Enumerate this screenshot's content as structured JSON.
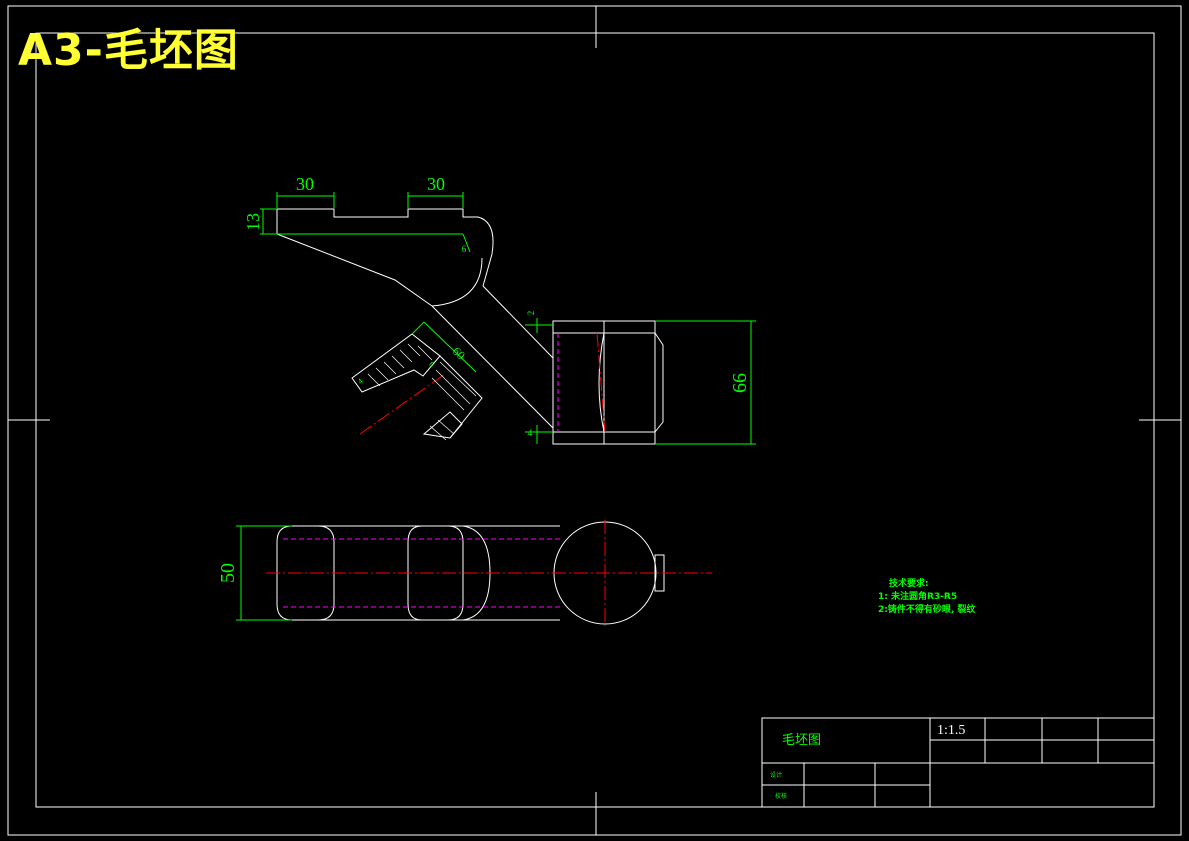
{
  "sheet_title": "A3-毛坯图",
  "dimensions": {
    "top_len_1": "30",
    "top_len_2": "30",
    "left_height": "13",
    "fillet_r": "6",
    "small_2": "2",
    "small_4": "4",
    "section_60": "60",
    "section_4": "4",
    "section_6": "6",
    "right_height": "66",
    "plan_width": "50"
  },
  "tech_notes": {
    "heading": "技术要求:",
    "line1": "1: 未注圆角R3-R5",
    "line2": "2:铸件不得有砂眼, 裂纹"
  },
  "title_block": {
    "part_name": "毛坯图",
    "scale": "1:1.5",
    "designer_label": "设计",
    "checker_label": "校核"
  },
  "colors": {
    "outline": "#ffffff",
    "dimension": "#00ff00",
    "centerline": "#ff0000",
    "hidden": "#ff00ff",
    "title": "#ffff33",
    "background": "#000000"
  }
}
